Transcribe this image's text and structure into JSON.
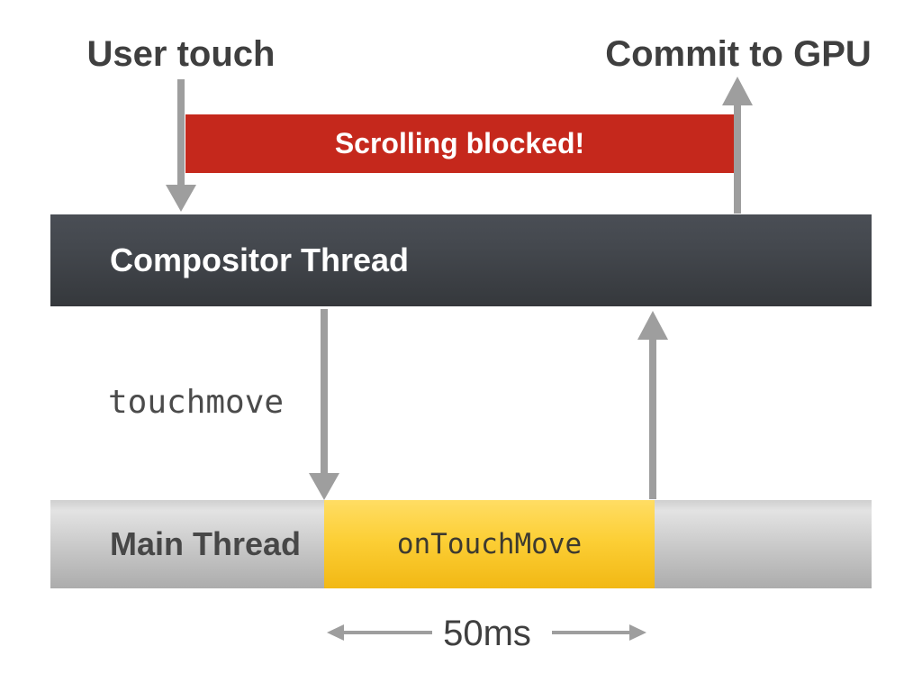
{
  "diagram": {
    "user_touch_label": "User touch",
    "commit_gpu_label": "Commit to GPU",
    "blocked_label": "Scrolling blocked!",
    "compositor_label": "Compositor Thread",
    "touchmove_label": "touchmove",
    "main_thread_label": "Main Thread",
    "task_label": "onTouchMove",
    "duration_label": "50ms",
    "colors": {
      "blocked_banner_red": "#c5281c",
      "compositor_dark_top": "#4a4e55",
      "compositor_dark_bottom": "#35383c",
      "main_thread_gray_top": "#e3e3e3",
      "main_thread_gray_bottom": "#acacac",
      "task_yellow_top": "#ffdd64",
      "task_yellow_bottom": "#f2b814",
      "arrow_gray": "#9e9e9e",
      "text_dark": "#3f3f3f",
      "text_white": "#ffffff"
    }
  }
}
